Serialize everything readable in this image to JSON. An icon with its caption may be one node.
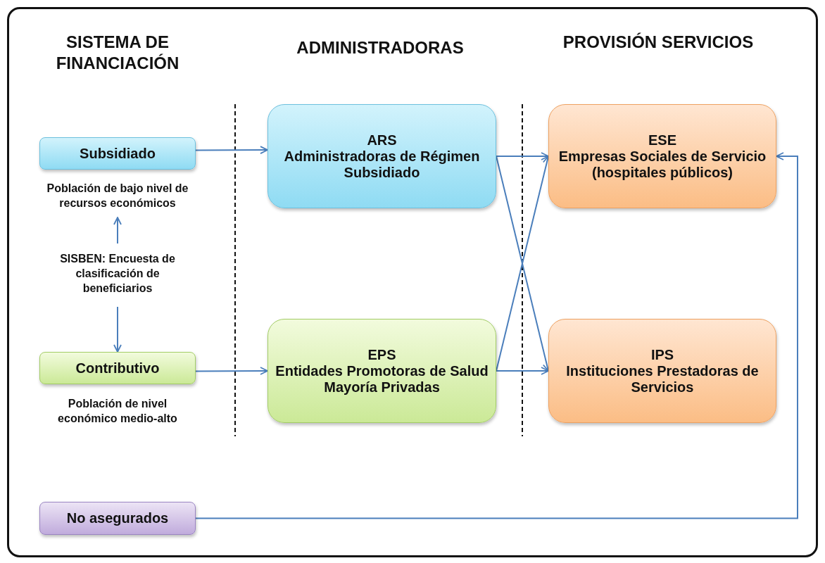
{
  "diagram": {
    "nodes": [
      {
        "text": [
          "Subsidiado"
        ],
        "beside": [
          "Población de bajo nivel de recursos económicos"
        ]
      },
      {
        "text": [
          "SISBEN: Encuesta de clasificación de beneficiarios"
        ]
      },
      {
        "text": [
          "Contributivo"
        ],
        "beside": [
          "Población de nivel económico medio-alto"
        ]
      },
      {
        "text": [
          "No asegurados"
        ]
      },
      {
        "text": [
          "ARS",
          "Administradoras de Régimen Subsidiado"
        ]
      },
      {
        "text": [
          "EPS",
          "Entidades Promotoras de Salud",
          "Mayoría Privadas"
        ]
      },
      {
        "text": [
          "ESE",
          "Empresas Sociales de Servicio",
          "(hospitales públicos)"
        ]
      },
      {
        "text": [
          "IPS",
          "Instituciones Prestadoras de Servicios"
        ]
      }
    ],
    "edges": [
      {
        "from": 1,
        "to": 0,
        "arrow": "to"
      },
      {
        "from": 1,
        "to": 2,
        "arrow": "to"
      },
      {
        "from": 0,
        "to": 4,
        "arrow": "to"
      },
      {
        "from": 2,
        "to": 5,
        "arrow": "to"
      },
      {
        "from": 4,
        "to": 6,
        "arrow": "to"
      },
      {
        "from": 4,
        "to": 7,
        "arrow": "to"
      },
      {
        "from": 5,
        "to": 6,
        "arrow": "to"
      },
      {
        "from": 5,
        "to": 7,
        "arrow": "to"
      },
      {
        "from": 3,
        "to": 6,
        "arrow": "to"
      }
    ],
    "labels": [
      "SISTEMA DE FINANCIACIÓN",
      "ADMINISTRADORAS",
      "PROVISIÓN SERVICIOS"
    ]
  }
}
